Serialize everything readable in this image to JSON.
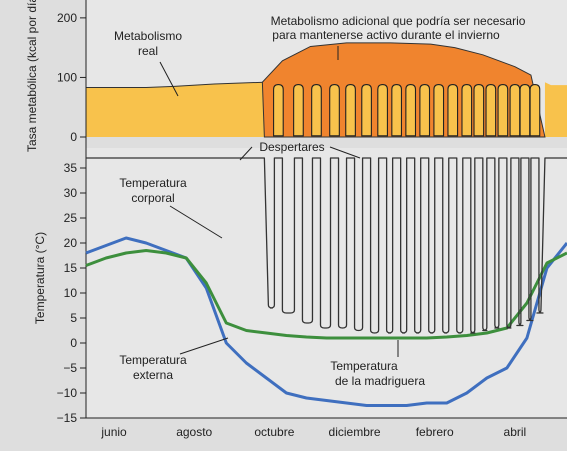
{
  "chart_data": [
    {
      "type": "area",
      "ylabel": "Tasa metabólica (kcal por día)",
      "ylim": [
        0,
        230
      ],
      "yticks": [
        0,
        100,
        200
      ],
      "labels": {
        "real": "Metabolismo real",
        "extra": "Metabolismo adicional que podría ser necesario para mantenerse activo durante el invierno"
      },
      "series": [
        {
          "name": "Metabolismo real",
          "color": "#f8c24c",
          "baseline": 83,
          "active_level": 92,
          "torpor_level": 2,
          "arousal_peak": 88
        },
        {
          "name": "Metabolismo adicional",
          "color": "#f0842e",
          "x": [
            4.4,
            4.9,
            5.6,
            6.5,
            7.6,
            8.6,
            9.2,
            9.9,
            10.7,
            11.1
          ],
          "values": [
            92,
            128,
            152,
            158,
            158,
            156,
            150,
            138,
            118,
            104
          ]
        }
      ]
    },
    {
      "type": "line",
      "ylabel": "Temperatura (°C)",
      "ylim": [
        -15,
        39
      ],
      "yticks": [
        -15,
        -10,
        -5,
        0,
        5,
        10,
        15,
        20,
        25,
        30,
        35
      ],
      "categories": [
        "junio",
        "agosto",
        "octubre",
        "diciembre",
        "febrero",
        "abril"
      ],
      "category_x": [
        0.7,
        2.7,
        4.7,
        6.7,
        8.7,
        10.7
      ],
      "xlim": [
        0,
        12
      ],
      "annotations": [
        "Despertares"
      ],
      "torpor": {
        "start": 4.45,
        "end": 11.45,
        "arousal_times": [
          4.8,
          5.3,
          5.75,
          6.2,
          6.6,
          7.0,
          7.4,
          7.75,
          8.1,
          8.45,
          8.8,
          9.15,
          9.5,
          9.8,
          10.1,
          10.4,
          10.7,
          10.95,
          11.2
        ]
      },
      "series": [
        {
          "name": "Temperatura corporal",
          "color": "#333333",
          "active_value": 37,
          "torpor_floor": [
            7,
            6,
            4,
            3,
            3,
            2.5,
            2,
            2,
            2,
            2,
            2,
            2,
            2,
            2,
            2.5,
            3,
            3,
            3.5,
            4.5,
            6
          ]
        },
        {
          "name": "Temperatura externa",
          "color": "#3f6fbf",
          "x": [
            0,
            0.5,
            1.0,
            1.5,
            2.0,
            2.5,
            3.0,
            3.5,
            4.0,
            4.5,
            5.0,
            5.5,
            6.0,
            6.5,
            7.0,
            7.5,
            8.0,
            8.5,
            9.0,
            9.5,
            10.0,
            10.5,
            11.0,
            11.5,
            12.0
          ],
          "values": [
            18,
            19.5,
            21,
            20,
            18.5,
            17,
            11,
            0,
            -4,
            -7,
            -10,
            -11,
            -11.5,
            -12,
            -12.5,
            -12.5,
            -12.5,
            -12,
            -12,
            -10,
            -7,
            -5,
            1,
            15,
            20
          ]
        },
        {
          "name": "Temperatura de la madriguera",
          "color": "#3d8f3d",
          "x": [
            0,
            0.5,
            1.0,
            1.5,
            2.0,
            2.5,
            3.0,
            3.5,
            4.0,
            4.5,
            5.0,
            5.5,
            6.0,
            6.5,
            7.0,
            7.5,
            8.0,
            8.5,
            9.0,
            9.5,
            10.0,
            10.5,
            11.0,
            11.5,
            12.0
          ],
          "values": [
            15.5,
            17,
            18,
            18.5,
            18,
            17,
            12,
            4,
            2.5,
            2,
            1.5,
            1.2,
            1,
            1,
            1,
            1,
            1,
            1,
            1.2,
            1.5,
            2,
            3,
            8,
            16,
            18
          ]
        }
      ]
    }
  ]
}
